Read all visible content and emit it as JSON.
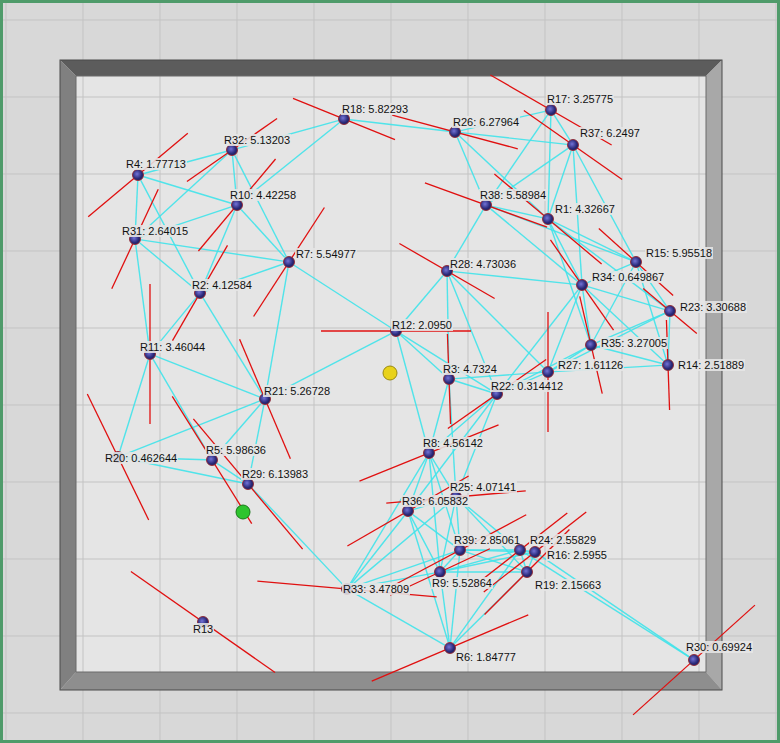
{
  "diagram": {
    "nodes": [
      {
        "text": [
          "R18: 5.82293"
        ]
      },
      {
        "text": [
          "R17: 3.25775"
        ]
      },
      {
        "text": [
          "R26: 6.27964"
        ]
      },
      {
        "text": [
          "R37: 6.2497"
        ]
      },
      {
        "text": [
          "R32: 5.13203"
        ]
      },
      {
        "text": [
          "R4: 1.77713"
        ]
      },
      {
        "text": [
          "R10: 4.42258"
        ]
      },
      {
        "text": [
          "R38: 5.58984"
        ]
      },
      {
        "text": [
          "R1: 4.32667"
        ]
      },
      {
        "text": [
          "R31: 2.64015"
        ]
      },
      {
        "text": [
          "R7: 5.54977"
        ]
      },
      {
        "text": [
          "R15: 5.95518"
        ]
      },
      {
        "text": [
          "R28: 4.73036"
        ]
      },
      {
        "text": [
          "R34: 0.649867"
        ]
      },
      {
        "text": [
          "R2: 4.12584"
        ]
      },
      {
        "text": [
          "R23: 3.30688"
        ]
      },
      {
        "text": [
          "R12: 2.0950"
        ]
      },
      {
        "text": [
          "R35: 3.27005"
        ]
      },
      {
        "text": [
          "R11: 3.46044"
        ]
      },
      {
        "text": [
          "R14: 2.51889"
        ]
      },
      {
        "text": [
          "R27: 1.61126"
        ]
      },
      {
        "text": [
          "R3: 4.7324"
        ]
      },
      {
        "text": [
          "R22: 0.314412"
        ]
      },
      {
        "text": [
          "R21: 5.26728"
        ]
      },
      {
        "text": [
          "R8: 4.56142"
        ]
      },
      {
        "text": [
          "R20: 0.462644"
        ]
      },
      {
        "text": [
          "R5: 5.98636"
        ]
      },
      {
        "text": [
          "R29: 6.13983"
        ]
      },
      {
        "text": [
          "R25: 4.07141"
        ]
      },
      {
        "text": [
          "R36: 6.05832"
        ]
      },
      {
        "text": [
          "R39: 2.85061"
        ]
      },
      {
        "text": [
          "R24: 2.55829"
        ]
      },
      {
        "text": [
          "R16: 2.5955"
        ]
      },
      {
        "text": [
          "R9: 5.52864"
        ]
      },
      {
        "text": [
          "R19: 2.15663"
        ]
      },
      {
        "text": [
          "R33: 3.47809"
        ]
      },
      {
        "text": [
          "R13"
        ]
      },
      {
        "text": [
          "R6: 1.84777"
        ]
      },
      {
        "text": [
          "R30: 0.69924"
        ]
      }
    ],
    "edges": [
      {
        "from": 0,
        "to": 4,
        "arrow": "none"
      },
      {
        "from": 0,
        "to": 2,
        "arrow": "none"
      },
      {
        "from": 0,
        "to": 6,
        "arrow": "none"
      },
      {
        "from": 2,
        "to": 7,
        "arrow": "none"
      },
      {
        "from": 2,
        "to": 8,
        "arrow": "none"
      },
      {
        "from": 2,
        "to": 3,
        "arrow": "none"
      },
      {
        "from": 2,
        "to": 1,
        "arrow": "none"
      },
      {
        "from": 1,
        "to": 3,
        "arrow": "none"
      },
      {
        "from": 1,
        "to": 7,
        "arrow": "none"
      },
      {
        "from": 1,
        "to": 8,
        "arrow": "none"
      },
      {
        "from": 3,
        "to": 8,
        "arrow": "none"
      },
      {
        "from": 3,
        "to": 7,
        "arrow": "none"
      },
      {
        "from": 3,
        "to": 11,
        "arrow": "none"
      },
      {
        "from": 3,
        "to": 13,
        "arrow": "none"
      },
      {
        "from": 4,
        "to": 5,
        "arrow": "none"
      },
      {
        "from": 4,
        "to": 6,
        "arrow": "none"
      },
      {
        "from": 4,
        "to": 9,
        "arrow": "none"
      },
      {
        "from": 4,
        "to": 10,
        "arrow": "none"
      },
      {
        "from": 5,
        "to": 6,
        "arrow": "none"
      },
      {
        "from": 5,
        "to": 9,
        "arrow": "none"
      },
      {
        "from": 5,
        "to": 14,
        "arrow": "none"
      },
      {
        "from": 6,
        "to": 9,
        "arrow": "none"
      },
      {
        "from": 6,
        "to": 14,
        "arrow": "none"
      },
      {
        "from": 6,
        "to": 10,
        "arrow": "none"
      },
      {
        "from": 7,
        "to": 8,
        "arrow": "none"
      },
      {
        "from": 7,
        "to": 12,
        "arrow": "none"
      },
      {
        "from": 7,
        "to": 13,
        "arrow": "none"
      },
      {
        "from": 7,
        "to": 11,
        "arrow": "none"
      },
      {
        "from": 8,
        "to": 11,
        "arrow": "none"
      },
      {
        "from": 8,
        "to": 13,
        "arrow": "none"
      },
      {
        "from": 8,
        "to": 15,
        "arrow": "none"
      },
      {
        "from": 8,
        "to": 17,
        "arrow": "none"
      },
      {
        "from": 9,
        "to": 14,
        "arrow": "none"
      },
      {
        "from": 9,
        "to": 18,
        "arrow": "none"
      },
      {
        "from": 9,
        "to": 10,
        "arrow": "none"
      },
      {
        "from": 10,
        "to": 14,
        "arrow": "none"
      },
      {
        "from": 10,
        "to": 16,
        "arrow": "none"
      },
      {
        "from": 10,
        "to": 23,
        "arrow": "none"
      },
      {
        "from": 11,
        "to": 13,
        "arrow": "none"
      },
      {
        "from": 11,
        "to": 15,
        "arrow": "none"
      },
      {
        "from": 11,
        "to": 17,
        "arrow": "none"
      },
      {
        "from": 11,
        "to": 19,
        "arrow": "none"
      },
      {
        "from": 12,
        "to": 16,
        "arrow": "none"
      },
      {
        "from": 12,
        "to": 13,
        "arrow": "none"
      },
      {
        "from": 12,
        "to": 21,
        "arrow": "none"
      },
      {
        "from": 12,
        "to": 22,
        "arrow": "none"
      },
      {
        "from": 12,
        "to": 20,
        "arrow": "none"
      },
      {
        "from": 13,
        "to": 15,
        "arrow": "none"
      },
      {
        "from": 13,
        "to": 17,
        "arrow": "none"
      },
      {
        "from": 13,
        "to": 19,
        "arrow": "none"
      },
      {
        "from": 13,
        "to": 20,
        "arrow": "none"
      },
      {
        "from": 13,
        "to": 22,
        "arrow": "none"
      },
      {
        "from": 14,
        "to": 18,
        "arrow": "none"
      },
      {
        "from": 14,
        "to": 23,
        "arrow": "none"
      },
      {
        "from": 15,
        "to": 17,
        "arrow": "none"
      },
      {
        "from": 15,
        "to": 19,
        "arrow": "none"
      },
      {
        "from": 15,
        "to": 20,
        "arrow": "none"
      },
      {
        "from": 16,
        "to": 21,
        "arrow": "none"
      },
      {
        "from": 16,
        "to": 24,
        "arrow": "none"
      },
      {
        "from": 16,
        "to": 22,
        "arrow": "none"
      },
      {
        "from": 16,
        "to": 23,
        "arrow": "none"
      },
      {
        "from": 17,
        "to": 19,
        "arrow": "none"
      },
      {
        "from": 17,
        "to": 20,
        "arrow": "none"
      },
      {
        "from": 17,
        "to": 22,
        "arrow": "none"
      },
      {
        "from": 18,
        "to": 23,
        "arrow": "none"
      },
      {
        "from": 18,
        "to": 25,
        "arrow": "none"
      },
      {
        "from": 18,
        "to": 26,
        "arrow": "none"
      },
      {
        "from": 19,
        "to": 20,
        "arrow": "none"
      },
      {
        "from": 20,
        "to": 22,
        "arrow": "none"
      },
      {
        "from": 20,
        "to": 21,
        "arrow": "none"
      },
      {
        "from": 21,
        "to": 22,
        "arrow": "none"
      },
      {
        "from": 21,
        "to": 24,
        "arrow": "none"
      },
      {
        "from": 21,
        "to": 28,
        "arrow": "none"
      },
      {
        "from": 22,
        "to": 24,
        "arrow": "none"
      },
      {
        "from": 22,
        "to": 28,
        "arrow": "none"
      },
      {
        "from": 22,
        "to": 29,
        "arrow": "none"
      },
      {
        "from": 23,
        "to": 26,
        "arrow": "none"
      },
      {
        "from": 23,
        "to": 27,
        "arrow": "none"
      },
      {
        "from": 23,
        "to": 25,
        "arrow": "none"
      },
      {
        "from": 24,
        "to": 28,
        "arrow": "none"
      },
      {
        "from": 24,
        "to": 29,
        "arrow": "none"
      },
      {
        "from": 24,
        "to": 30,
        "arrow": "none"
      },
      {
        "from": 24,
        "to": 33,
        "arrow": "none"
      },
      {
        "from": 24,
        "to": 35,
        "arrow": "none"
      },
      {
        "from": 25,
        "to": 26,
        "arrow": "none"
      },
      {
        "from": 25,
        "to": 27,
        "arrow": "none"
      },
      {
        "from": 26,
        "to": 27,
        "arrow": "none"
      },
      {
        "from": 27,
        "to": 35,
        "arrow": "none"
      },
      {
        "from": 28,
        "to": 29,
        "arrow": "none"
      },
      {
        "from": 28,
        "to": 30,
        "arrow": "none"
      },
      {
        "from": 28,
        "to": 31,
        "arrow": "none"
      },
      {
        "from": 28,
        "to": 33,
        "arrow": "none"
      },
      {
        "from": 28,
        "to": 34,
        "arrow": "none"
      },
      {
        "from": 28,
        "to": 35,
        "arrow": "none"
      },
      {
        "from": 29,
        "to": 30,
        "arrow": "none"
      },
      {
        "from": 29,
        "to": 33,
        "arrow": "none"
      },
      {
        "from": 29,
        "to": 35,
        "arrow": "none"
      },
      {
        "from": 29,
        "to": 37,
        "arrow": "none"
      },
      {
        "from": 30,
        "to": 31,
        "arrow": "none"
      },
      {
        "from": 30,
        "to": 32,
        "arrow": "none"
      },
      {
        "from": 30,
        "to": 33,
        "arrow": "none"
      },
      {
        "from": 30,
        "to": 34,
        "arrow": "none"
      },
      {
        "from": 30,
        "to": 37,
        "arrow": "none"
      },
      {
        "from": 30,
        "to": 35,
        "arrow": "none"
      },
      {
        "from": 31,
        "to": 32,
        "arrow": "none"
      },
      {
        "from": 31,
        "to": 33,
        "arrow": "none"
      },
      {
        "from": 31,
        "to": 34,
        "arrow": "none"
      },
      {
        "from": 31,
        "to": 37,
        "arrow": "none"
      },
      {
        "from": 31,
        "to": 38,
        "arrow": "none"
      },
      {
        "from": 32,
        "to": 34,
        "arrow": "none"
      },
      {
        "from": 32,
        "to": 33,
        "arrow": "none"
      },
      {
        "from": 32,
        "to": 38,
        "arrow": "none"
      },
      {
        "from": 33,
        "to": 34,
        "arrow": "none"
      },
      {
        "from": 33,
        "to": 35,
        "arrow": "none"
      },
      {
        "from": 33,
        "to": 37,
        "arrow": "none"
      },
      {
        "from": 34,
        "to": 37,
        "arrow": "none"
      },
      {
        "from": 35,
        "to": 37,
        "arrow": "none"
      }
    ]
  }
}
